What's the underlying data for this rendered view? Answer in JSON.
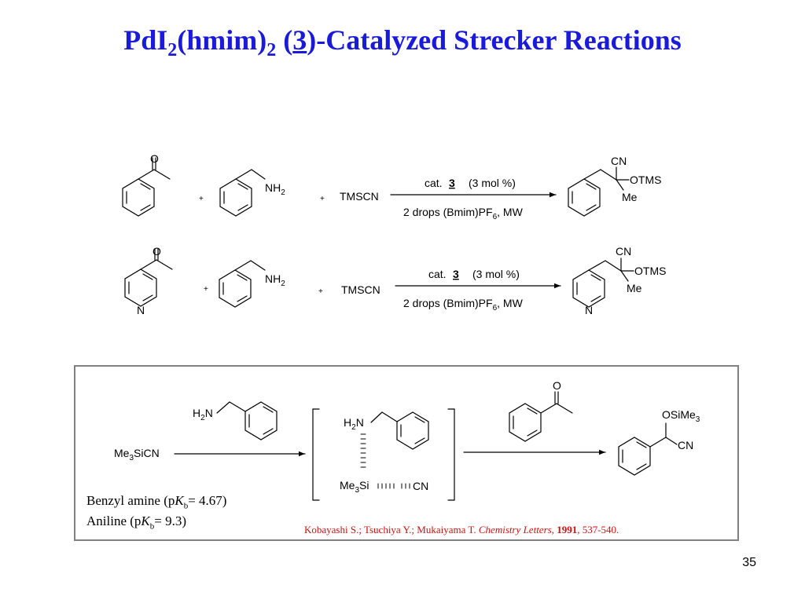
{
  "title": {
    "part1": "PdI",
    "sub1": "2",
    "part2": "(hmim)",
    "sub2": "2",
    "part3": " (",
    "num": "3",
    "part4": ")-Catalyzed Strecker Reactions"
  },
  "reaction1": {
    "carbonyl_o": "O",
    "plus1": "+",
    "amine": "NH",
    "amine_sub": "2",
    "plus2": "+",
    "reagent": "TMSCN",
    "cat_label": "cat.",
    "cat_num": "3",
    "cat_loading": "(3 mol %)",
    "cond_a": "2 drops (Bmim)PF",
    "cond_sub": "6",
    "cond_b": ", MW",
    "prod_cn": "CN",
    "prod_otms": "OTMS",
    "prod_me": "Me"
  },
  "reaction2": {
    "carbonyl_o": "O",
    "ring_n": "N",
    "plus1": "+",
    "amine": "NH",
    "amine_sub": "2",
    "plus2": "+",
    "reagent": "TMSCN",
    "cat_label": "cat.",
    "cat_num": "3",
    "cat_loading": "(3 mol %)",
    "cond_a": "2 drops (Bmim)PF",
    "cond_sub": "6",
    "cond_b": ", MW",
    "prod_cn": "CN",
    "prod_otms": "OTMS",
    "prod_me": "Me",
    "prod_n": "N"
  },
  "mechanism": {
    "amine_h": "H",
    "amine_sub": "2",
    "amine_n": "N",
    "reagent_a": "Me",
    "reagent_sub": "3",
    "reagent_b": "SiCN",
    "complex_h": "H",
    "complex_sub": "2",
    "complex_n": "N",
    "complex_si_a": "Me",
    "complex_si_sub": "3",
    "complex_si_b": "Si",
    "complex_cn": "CN",
    "ketone_o": "O",
    "prod_osime_a": "OSiMe",
    "prod_osime_sub": "3",
    "prod_cn": "CN"
  },
  "notes": {
    "benzyl_a": "Benzyl amine (p",
    "benzyl_k": "K",
    "benzyl_sub": "b",
    "benzyl_b": "= 4.67)",
    "aniline_a": "Aniline (p",
    "aniline_k": "K",
    "aniline_sub": "b",
    "aniline_b": "= 9.3)"
  },
  "reference": {
    "authors": "Kobayashi S.; Tsuchiya Y.; Mukaiyama T. ",
    "journal": "Chemistry Letters",
    "sep": ", ",
    "year": "1991",
    "pages": ", 537-540."
  },
  "page_number": "35"
}
